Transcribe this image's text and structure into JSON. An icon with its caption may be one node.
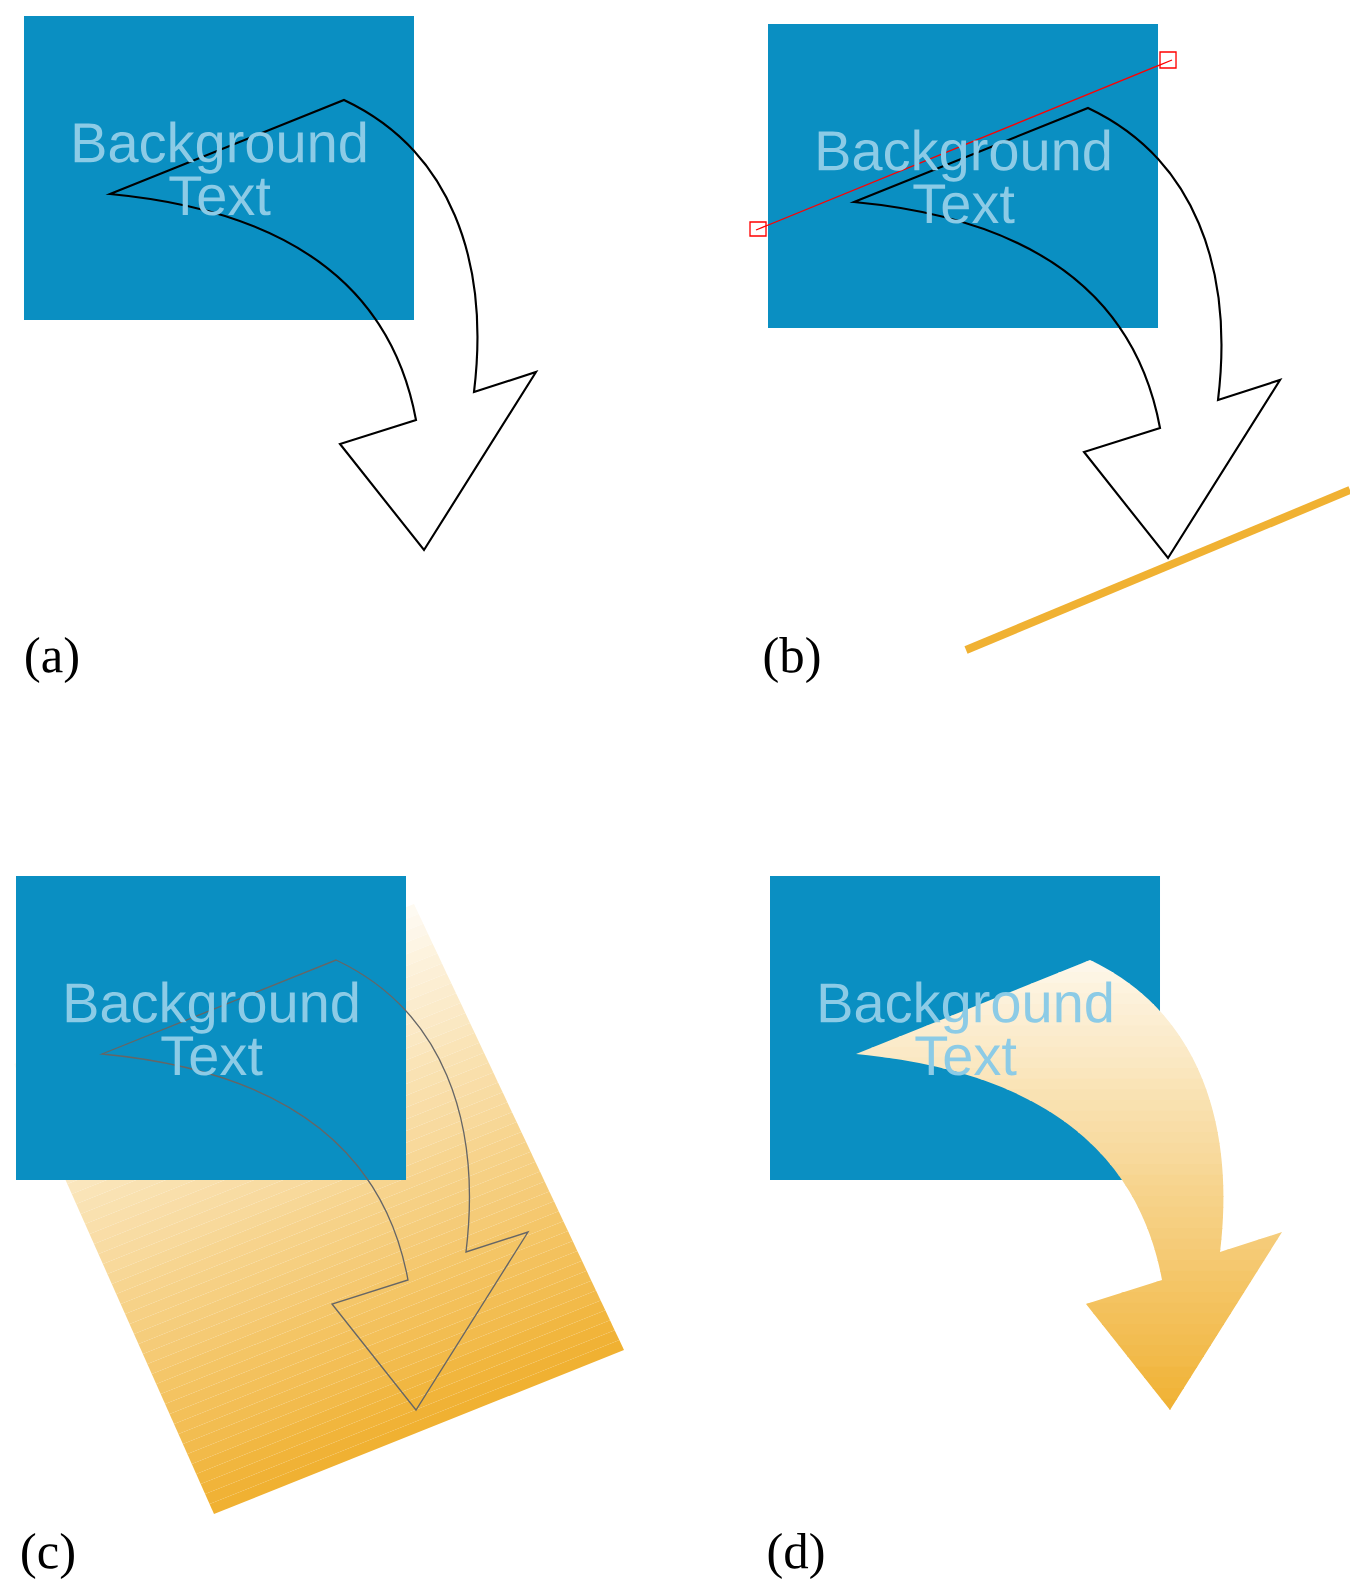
{
  "diagram": {
    "nodes": [
      {
        "text": [
          "Background Text"
        ]
      },
      {
        "text": [
          "Background Text"
        ]
      },
      {
        "text": [
          "Background Text"
        ]
      },
      {
        "text": [
          "Background Text"
        ]
      }
    ],
    "labels": [
      "(a)",
      "(b)",
      "(c)",
      "(d)"
    ]
  }
}
